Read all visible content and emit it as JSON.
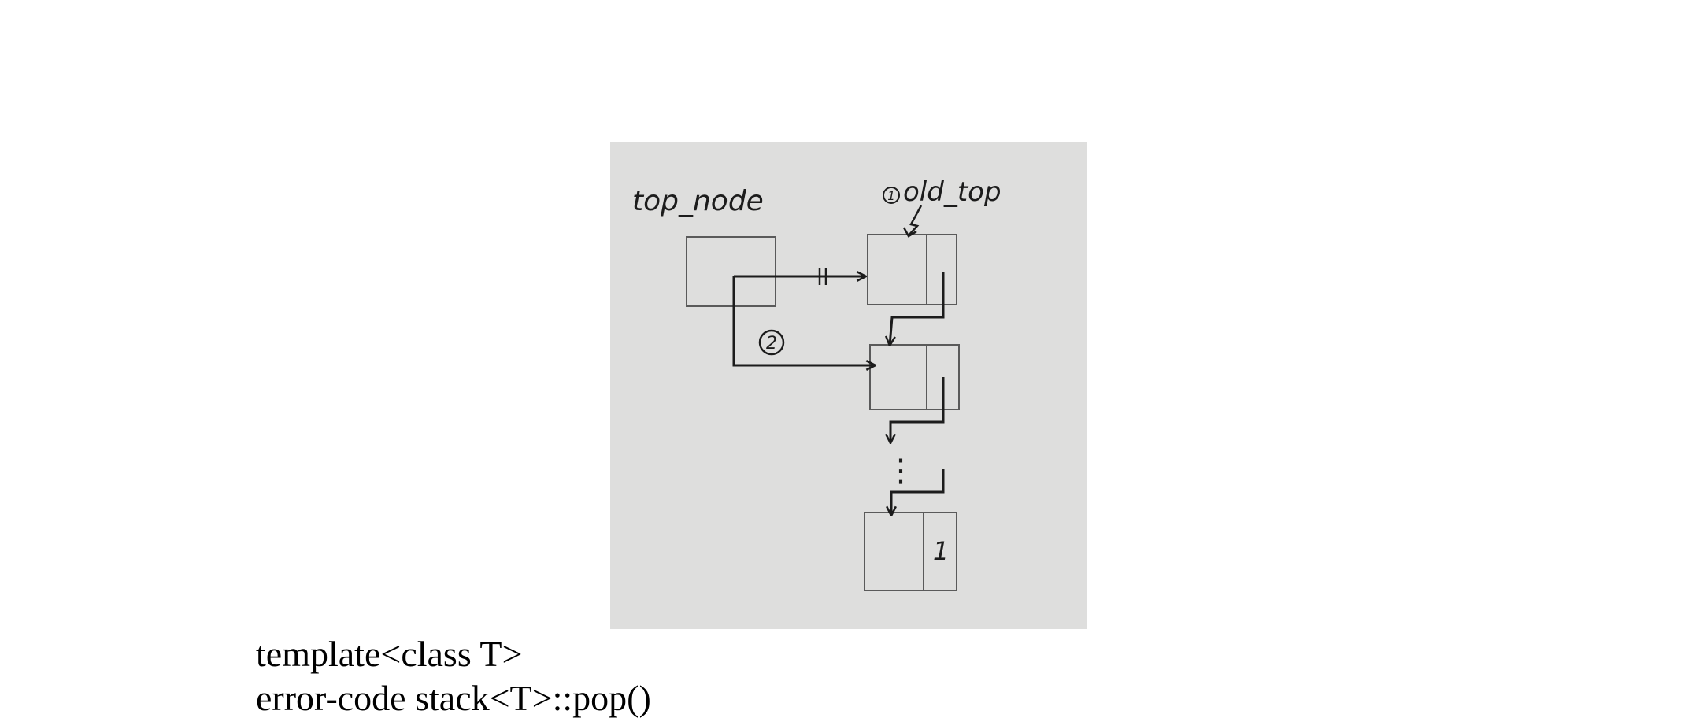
{
  "diagram": {
    "labels": {
      "top_node": "top_node",
      "old_top": "old_top",
      "step_one": "1",
      "step_two": "2",
      "last_entry": "1",
      "ellipsis": "⋮"
    },
    "colors": {
      "paper": "#dededd",
      "ink": "#1c1c1c",
      "box_line": "#5a5a5a"
    }
  },
  "code": {
    "line1": "template<class T>",
    "line2": "error-code stack<T>::pop()"
  }
}
